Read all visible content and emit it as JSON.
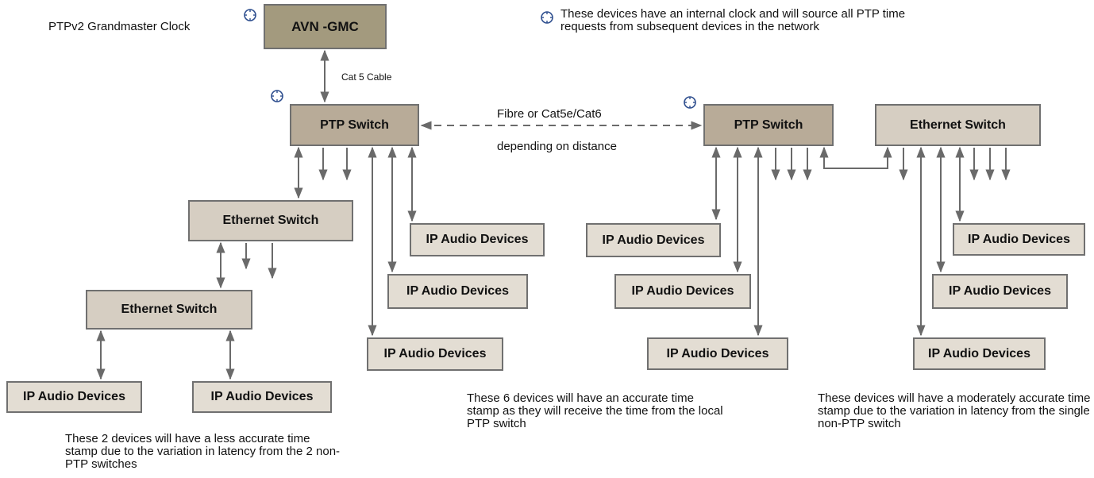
{
  "labels": {
    "gm_clock": "PTPv2 Grandmaster Clock",
    "legend": "These devices have an internal clock and will source all PTP time requests from subsequent devices in the network",
    "cat5": "Cat 5 Cable",
    "fibre": "Fibre or Cat5e/Cat6",
    "distance": "depending on distance",
    "note_left": "These 2 devices will have a less accurate time stamp due to the variation in latency from the 2 non-PTP switches",
    "note_mid": "These 6 devices will have an accurate time stamp as they will receive the time from the local PTP switch",
    "note_right": "These devices will have a moderately accurate time stamp due to the variation in latency from the single non-PTP switch"
  },
  "nodes": {
    "gmc": "AVN -GMC",
    "ptp1": "PTP Switch",
    "ptp2": "PTP Switch",
    "eth1": "Ethernet Switch",
    "eth2": "Ethernet Switch",
    "eth3": "Ethernet Switch",
    "device": "IP Audio Devices"
  },
  "colors": {
    "gmc": "#a39a7e",
    "ptp_switch": "#b8ab98",
    "ethernet_switch": "#d6cec2",
    "device": "#e3ddd3",
    "line": "#6a6a6a"
  },
  "icons": {
    "clock": "ptp-clock-icon"
  }
}
